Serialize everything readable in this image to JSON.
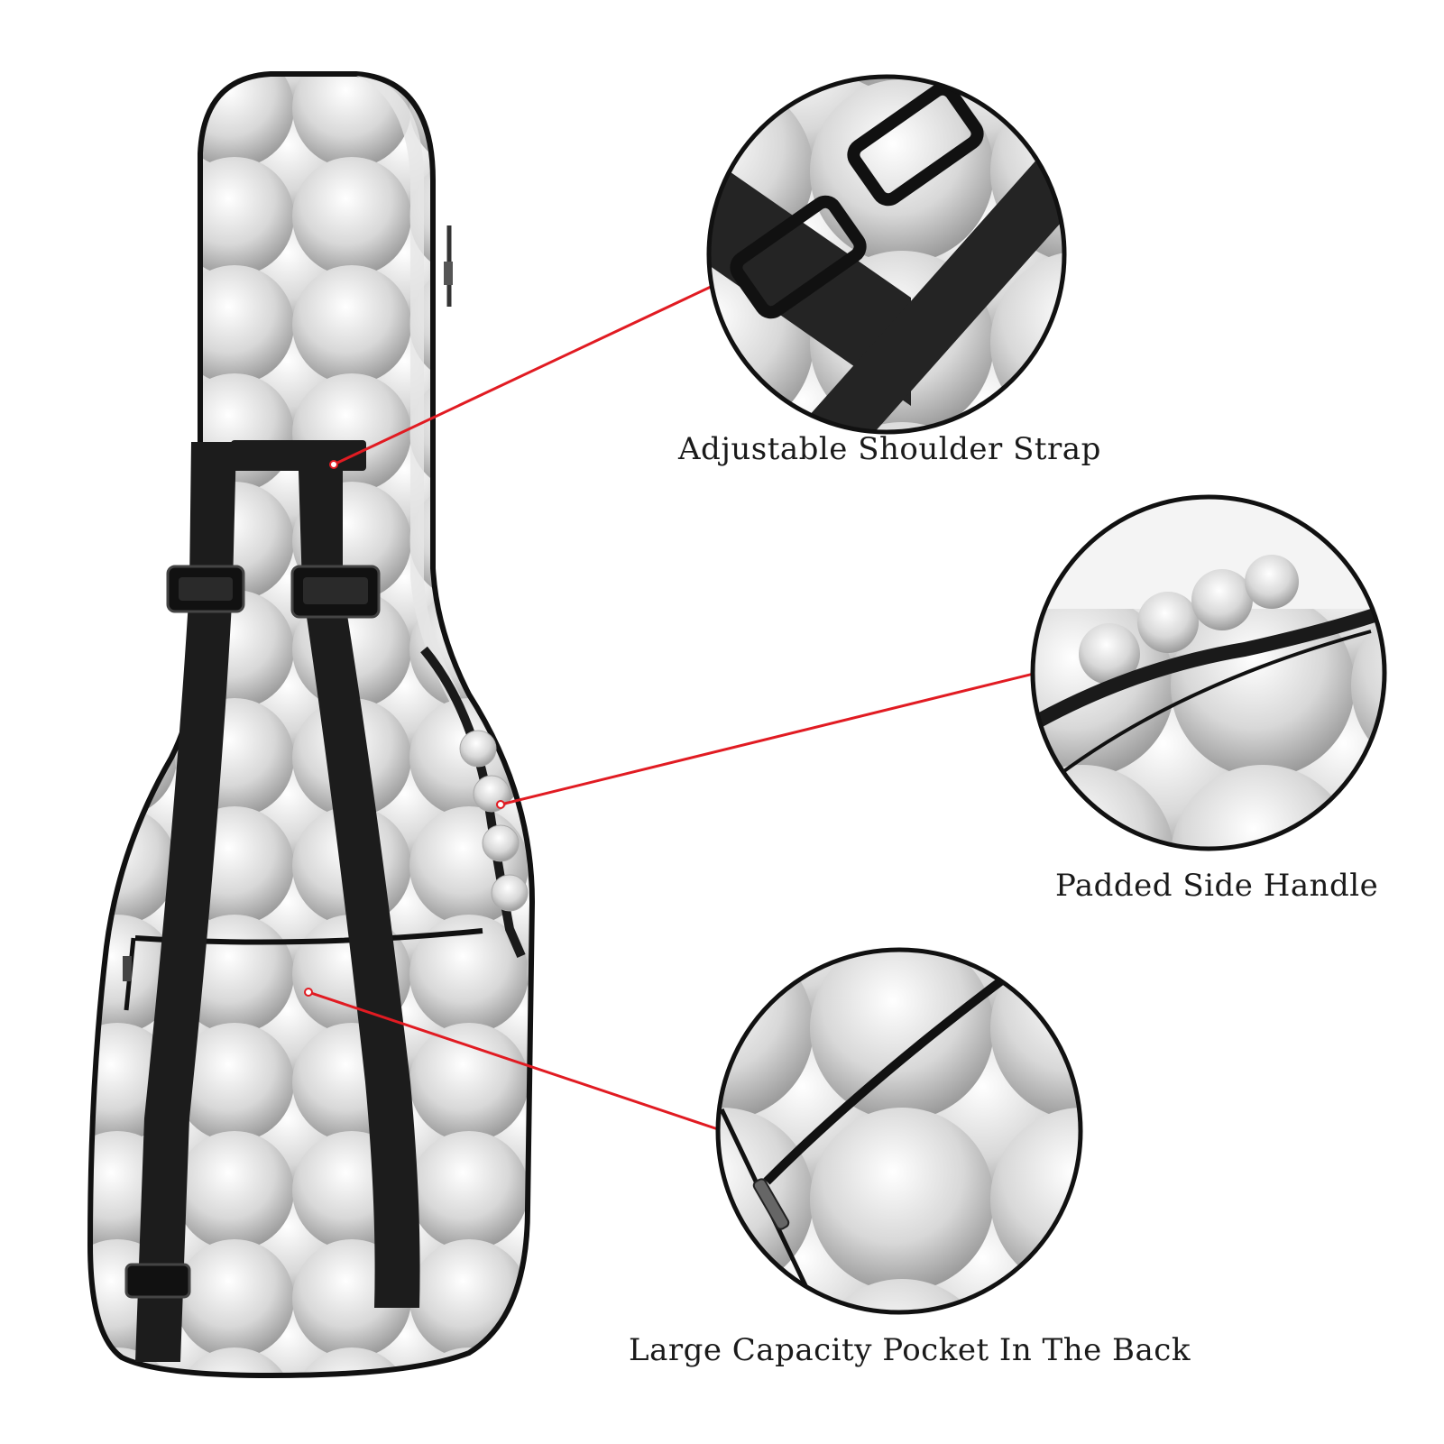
{
  "callouts": {
    "strap": "Adjustable Shoulder Strap",
    "handle": "Padded Side Handle",
    "pocket": "Large Capacity Pocket In The Back"
  },
  "colors": {
    "leader_line": "#e11b22",
    "strap": "#1c1c1c",
    "ball_light": "#ffffff",
    "ball_shadow": "#9c9c9c",
    "outline": "#111111"
  }
}
